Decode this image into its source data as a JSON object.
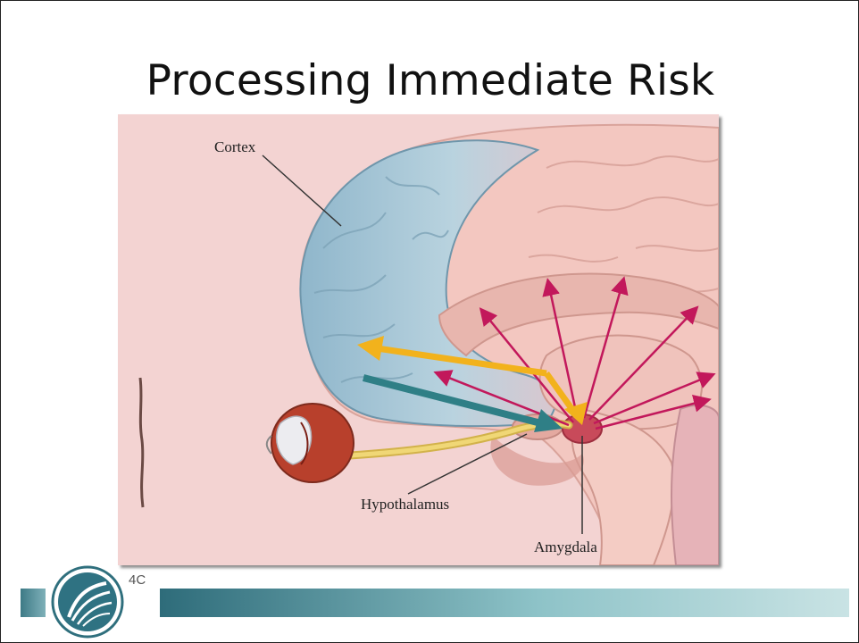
{
  "slide": {
    "title": "Processing Immediate Risk"
  },
  "figure": {
    "labels": {
      "cortex": "Cortex",
      "hypothalamus": "Hypothalamus",
      "amygdala": "Amygdala"
    },
    "colors": {
      "background": "#f3d3d2",
      "cortex": "#a8c8d8",
      "brain": "#f3c7c0",
      "pink_arrows": "#c2185b",
      "yellow_arrow": "#f2b21c",
      "teal_arrow": "#2f7f86",
      "optic_nerve": "#eed36a"
    }
  },
  "footer": {
    "logo_text": "4C"
  }
}
